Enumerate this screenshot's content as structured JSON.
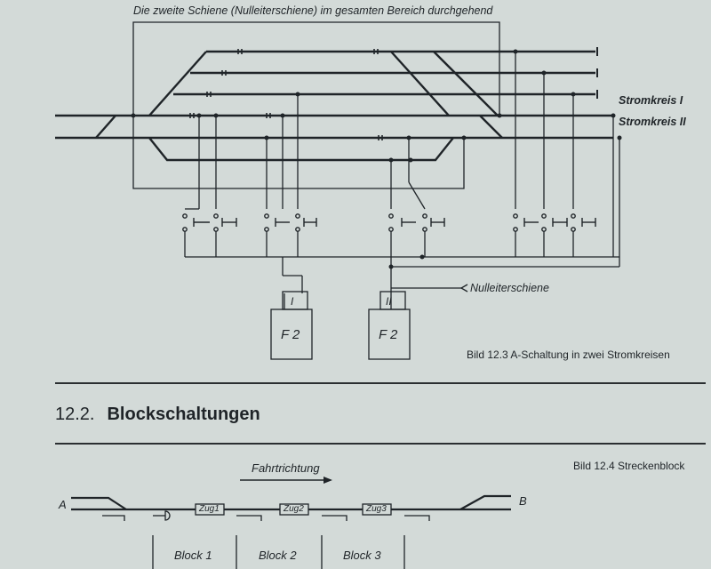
{
  "figure_12_3": {
    "top_note": "Die zweite Schiene (Nulleiterschiene) im gesamten Bereich durchgehend",
    "circuit_1_label": "Stromkreis I",
    "circuit_2_label": "Stromkreis II",
    "feed_1_roman": "I",
    "feed_2_roman": "II",
    "unit_1_label": "F 2",
    "unit_2_label": "F 2",
    "neutral_rail_label": "Nulleiterschiene",
    "caption": "Bild 12.3   A-Schaltung in zwei Stromkreisen"
  },
  "section": {
    "number": "12.2.",
    "title": "Blockschaltungen"
  },
  "figure_12_4": {
    "caption": "Bild 12.4   Streckenblock",
    "direction_label": "Fahrtrichtung",
    "station_a": "A",
    "station_b": "B",
    "trains": [
      "Zug1",
      "Zug2",
      "Zug3"
    ],
    "blocks": [
      "Block 1",
      "Block 2",
      "Block 3"
    ]
  }
}
